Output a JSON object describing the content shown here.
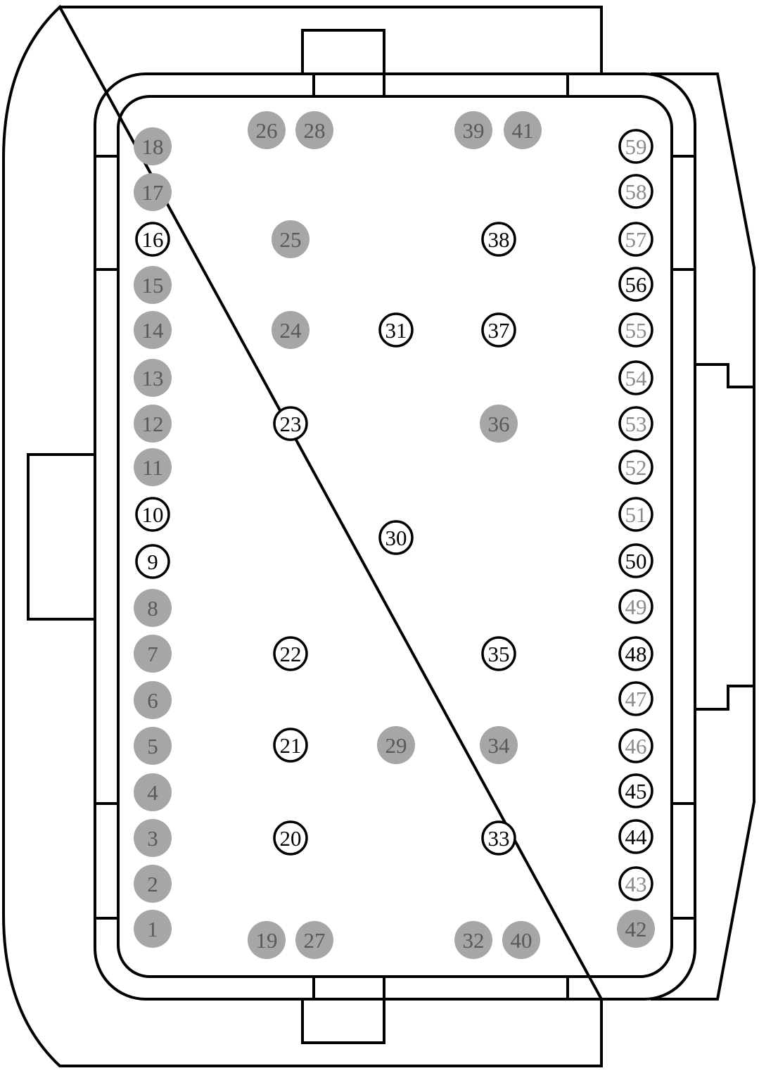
{
  "colors": {
    "outline": "#000000",
    "unpopulated_fill": "#a6a6a6",
    "unpopulated_text": "#595959",
    "populated_fill": "#ffffff",
    "populated_text": "#000000",
    "faded_text": "#8a8a8a"
  },
  "pins": [
    {
      "label": "1",
      "state": "unpopulated"
    },
    {
      "label": "2",
      "state": "unpopulated"
    },
    {
      "label": "3",
      "state": "unpopulated"
    },
    {
      "label": "4",
      "state": "unpopulated"
    },
    {
      "label": "5",
      "state": "unpopulated"
    },
    {
      "label": "6",
      "state": "unpopulated"
    },
    {
      "label": "7",
      "state": "unpopulated"
    },
    {
      "label": "8",
      "state": "unpopulated"
    },
    {
      "label": "9",
      "state": "populated"
    },
    {
      "label": "10",
      "state": "populated"
    },
    {
      "label": "11",
      "state": "unpopulated"
    },
    {
      "label": "12",
      "state": "unpopulated"
    },
    {
      "label": "13",
      "state": "unpopulated"
    },
    {
      "label": "14",
      "state": "unpopulated"
    },
    {
      "label": "15",
      "state": "unpopulated"
    },
    {
      "label": "16",
      "state": "populated"
    },
    {
      "label": "17",
      "state": "unpopulated"
    },
    {
      "label": "18",
      "state": "unpopulated"
    },
    {
      "label": "19",
      "state": "unpopulated"
    },
    {
      "label": "20",
      "state": "populated"
    },
    {
      "label": "21",
      "state": "populated"
    },
    {
      "label": "22",
      "state": "populated"
    },
    {
      "label": "23",
      "state": "populated"
    },
    {
      "label": "24",
      "state": "unpopulated"
    },
    {
      "label": "25",
      "state": "unpopulated"
    },
    {
      "label": "26",
      "state": "unpopulated"
    },
    {
      "label": "27",
      "state": "unpopulated"
    },
    {
      "label": "28",
      "state": "unpopulated"
    },
    {
      "label": "29",
      "state": "unpopulated"
    },
    {
      "label": "30",
      "state": "populated"
    },
    {
      "label": "31",
      "state": "populated"
    },
    {
      "label": "32",
      "state": "unpopulated"
    },
    {
      "label": "33",
      "state": "populated"
    },
    {
      "label": "34",
      "state": "unpopulated"
    },
    {
      "label": "35",
      "state": "populated"
    },
    {
      "label": "36",
      "state": "unpopulated"
    },
    {
      "label": "37",
      "state": "populated"
    },
    {
      "label": "38",
      "state": "populated"
    },
    {
      "label": "39",
      "state": "unpopulated"
    },
    {
      "label": "40",
      "state": "unpopulated"
    },
    {
      "label": "41",
      "state": "unpopulated"
    },
    {
      "label": "42",
      "state": "unpopulated"
    },
    {
      "label": "43",
      "state": "faded"
    },
    {
      "label": "44",
      "state": "populated"
    },
    {
      "label": "45",
      "state": "populated"
    },
    {
      "label": "46",
      "state": "faded"
    },
    {
      "label": "47",
      "state": "faded"
    },
    {
      "label": "48",
      "state": "populated"
    },
    {
      "label": "49",
      "state": "faded"
    },
    {
      "label": "50",
      "state": "populated"
    },
    {
      "label": "51",
      "state": "faded"
    },
    {
      "label": "52",
      "state": "faded"
    },
    {
      "label": "53",
      "state": "faded"
    },
    {
      "label": "54",
      "state": "faded"
    },
    {
      "label": "55",
      "state": "faded"
    },
    {
      "label": "56",
      "state": "populated"
    },
    {
      "label": "57",
      "state": "faded"
    },
    {
      "label": "58",
      "state": "faded"
    },
    {
      "label": "59",
      "state": "faded"
    }
  ]
}
